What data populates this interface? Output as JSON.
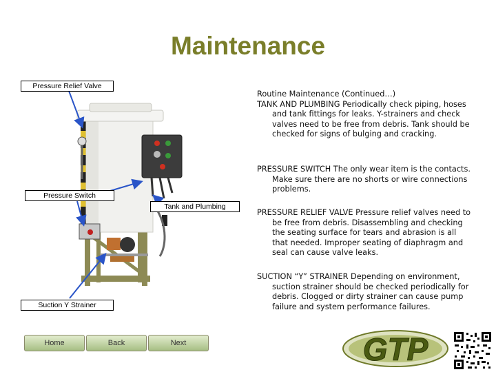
{
  "page": {
    "title": "Maintenance"
  },
  "callouts": {
    "pressure_relief_valve": "Pressure Relief Valve",
    "pressure_switch": "Pressure Switch",
    "tank_and_plumbing": "Tank and Plumbing",
    "suction_y_strainer": "Suction Y Strainer"
  },
  "content": {
    "heading": "Routine Maintenance (Continued…)",
    "sections": [
      {
        "head": "TANK AND PLUMBING",
        "body": " Periodically check piping, hoses and tank fittings for leaks. Y-strainers and check valves need to be free from debris. Tank should be checked for signs of bulging and cracking."
      },
      {
        "head": "PRESSURE SWITCH",
        "body": " The only wear item is the contacts. Make sure there are no shorts or wire connections problems."
      },
      {
        "head": "PRESSURE RELIEF VALVE",
        "body": " Pressure relief valves need to be free from debris. Disassembling and checking the seating surface for tears and abrasion is all that needed. Improper seating of diaphragm and seal can cause valve leaks."
      },
      {
        "head": "SUCTION “Y” STRAINER",
        "body": " Depending on environment, suction strainer should be checked periodically for debris. Clogged or dirty strainer can cause pump failure and system performance failures."
      }
    ]
  },
  "nav": {
    "home": "Home",
    "back": "Back",
    "next": "Next"
  },
  "logo": {
    "text": "GTP",
    "color": "#9aa64a"
  },
  "colors": {
    "title": "#7a7e2a",
    "arrow": "#2a55c8",
    "frame": "#8d8a55"
  }
}
